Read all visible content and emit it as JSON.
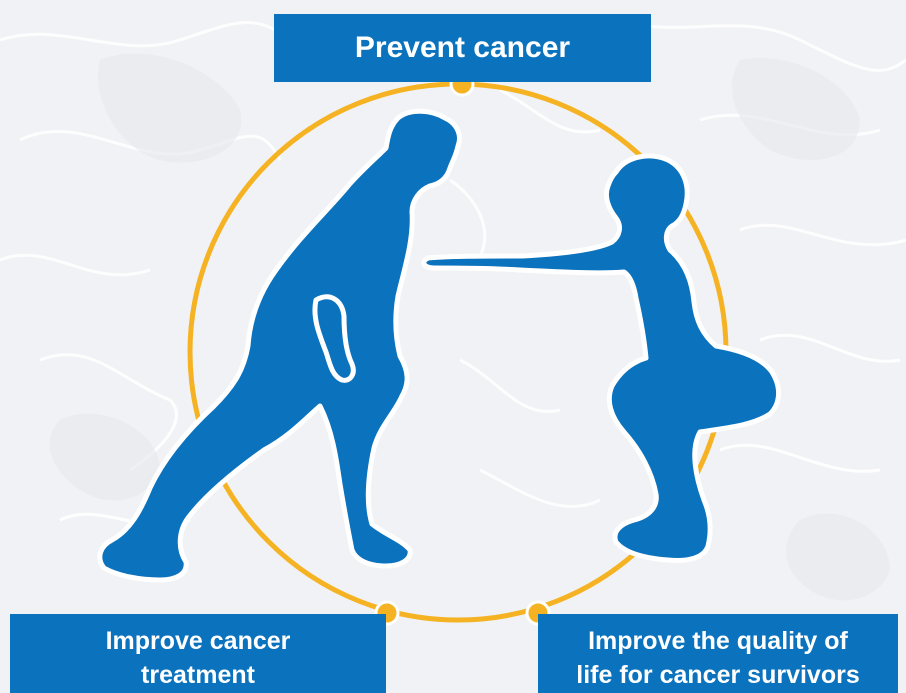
{
  "colors": {
    "background": "#f1f2f5",
    "box_fill": "#0b72bd",
    "box_text": "#ffffff",
    "circle_ring": "#f5b324",
    "silhouette": "#0b72bd",
    "silhouette_outline": "#ffffff",
    "map_lines": "#ffffff"
  },
  "labels": {
    "top": {
      "text": "Prevent cancer"
    },
    "left": {
      "line1": "Improve cancer",
      "line2": "treatment"
    },
    "right": {
      "line1": "Improve the quality of",
      "line2": "life for cancer survivors"
    }
  },
  "icons": [
    "man-stretching-silhouette",
    "woman-squat-silhouette",
    "world-map-background"
  ]
}
